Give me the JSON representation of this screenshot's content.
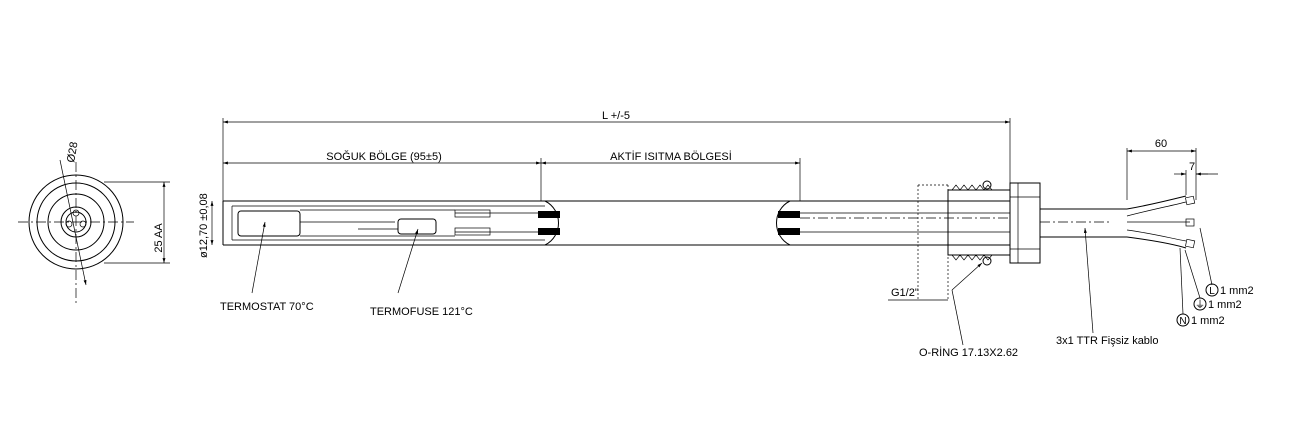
{
  "dimensions": {
    "overall_length": "L +/-5",
    "cold_zone": "SOĞUK BÖLGE (95±5)",
    "active_zone": "AKTİF ISITMA BÖLGESİ",
    "tube_diameter": "ø12,70 ±0,08",
    "across_flats": "25 AA",
    "diameter_small": "Ø28",
    "cable_strip": "60",
    "wire_strip": "7",
    "thread": "G1/2\""
  },
  "labels": {
    "thermostat": "TERMOSTAT 70°C",
    "thermofuse": "TERMOFUSE 121°C",
    "oring": "O-RİNG 17.13X2.62",
    "cable": "3x1 TTR Fişsiz kablo"
  },
  "wires": [
    {
      "symbol": "L",
      "label": "1 mm2"
    },
    {
      "symbol": "⏚",
      "label": "1 mm2"
    },
    {
      "symbol": "N",
      "label": "1 mm2"
    }
  ]
}
